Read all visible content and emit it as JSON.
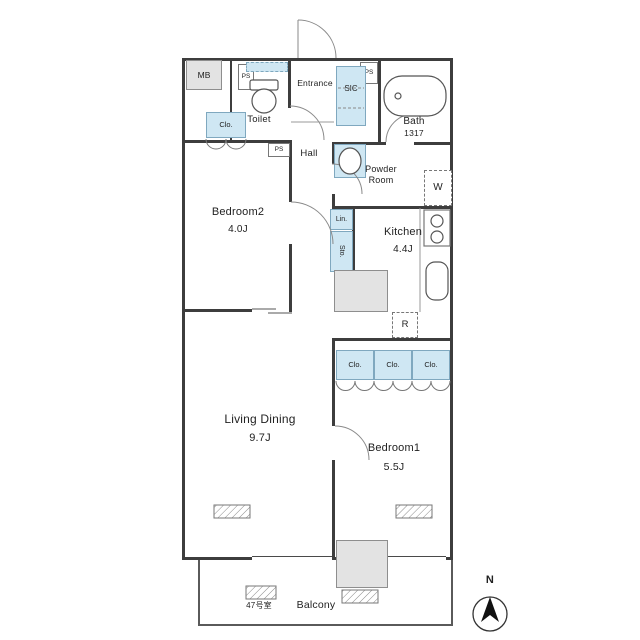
{
  "rooms": {
    "bedroom2": {
      "name": "Bedroom2",
      "size": "4.0J"
    },
    "bedroom1": {
      "name": "Bedroom1",
      "size": "5.5J"
    },
    "living": {
      "name": "Living Dining",
      "size": "9.7J"
    },
    "kitchen": {
      "name": "Kitchen",
      "size": "4.4J"
    },
    "bath": {
      "name": "Bath",
      "size": "1317"
    },
    "powder": {
      "name": "Powder Room"
    },
    "toilet": {
      "name": "Toilet"
    },
    "entrance": {
      "name": "Entrance"
    },
    "hall": {
      "name": "Hall"
    },
    "sic": {
      "name": "SIC"
    },
    "balcony": {
      "name": "Balcony"
    }
  },
  "fixtures": {
    "meter_box": "MB",
    "pipe_space": "PS",
    "washer": "W",
    "refrigerator": "R",
    "linen": "Lin.",
    "storage": "Sto.",
    "closet": "Clo."
  },
  "annotations": {
    "room_number": "47号室",
    "north": "N"
  },
  "colors": {
    "closet_blue": "#cfe7f3",
    "fixture_gray": "#e3e3e3",
    "wall": "#3d3d3d"
  }
}
